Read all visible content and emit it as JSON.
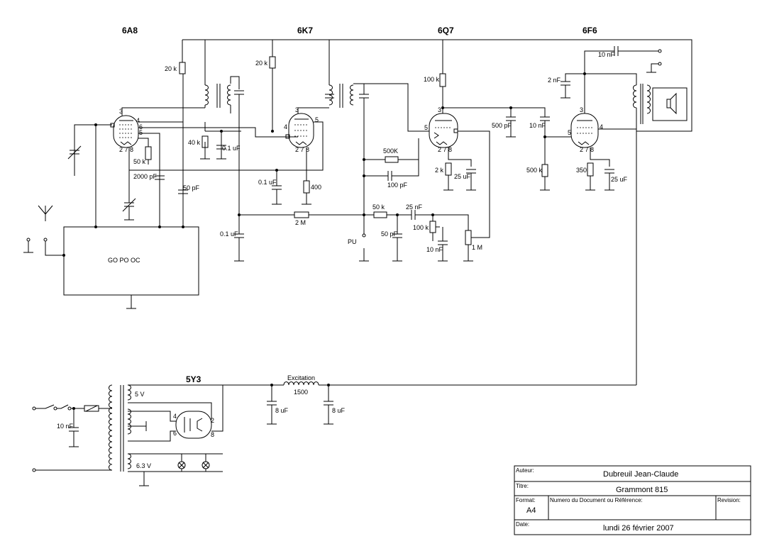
{
  "tubes": {
    "t1": "6A8",
    "t2": "6K7",
    "t3": "6Q7",
    "t4": "6F6",
    "t5": "5Y3"
  },
  "components": {
    "r_20k_a": "20 k",
    "r_20k_b": "20 k",
    "r_100k": "100 k",
    "c_10nf_top": "10 nF",
    "c_2nf": "2 nF",
    "r_40k": "40 k",
    "c_01uf_a": "0.1 uF",
    "r_50k_osc": "50 k",
    "c_2000pf": "2000 pF",
    "c_50pf_a": "50 pF",
    "c_01uf_b": "0.1 uF",
    "r_400": "400",
    "r_500k_a": "500K",
    "c_100pf": "100 pF",
    "r_2k": "2 k",
    "c_25uf_a": "25 uF",
    "c_500pf": "500 pF",
    "c_10nf_b": "10 nF",
    "r_500k_b": "500 k",
    "r_350": "350",
    "c_25uf_b": "25 uF",
    "c_01uf_c": "0.1 uF",
    "r_2m": "2 M",
    "r_50k": "50 k",
    "c_25nf": "25 nF",
    "c_50pf_b": "50 pF",
    "r_100k_pot": "100 k",
    "c_10nf_c": "10 nF",
    "r_1m": "1 M",
    "pu": "PU",
    "gopooc": "GO  PO  OC",
    "excitation": "Excitation",
    "ex_val": "1500",
    "c_8uf_a": "8 uF",
    "c_8uf_b": "8 uF",
    "v5": "5 V",
    "v63": "6.3 V",
    "c_10nf_mains": "10 nF",
    "pin_a3": "3",
    "pin_a4": "4",
    "pin_a6": "6",
    "pin_a5": "5",
    "pin_a278": "2 7 8",
    "pin_b3": "3",
    "pin_b4": "4",
    "pin_b5": "5",
    "pin_b278": "2 7 8",
    "pin_c3": "3",
    "pin_c5": "5",
    "pin_c278": "2 7 8",
    "pin_d3": "3",
    "pin_d4": "4",
    "pin_d5": "5",
    "pin_d278": "2 7 8",
    "pin_e4": "4",
    "pin_e6": "6",
    "pin_e2": "2",
    "pin_e8": "8"
  },
  "titleblock": {
    "auteur_label": "Auteur:",
    "auteur": "Dubreuil  Jean-Claude",
    "titre_label": "Titre:",
    "titre": "Grammont 815",
    "format_label": "Format:",
    "format": "A4",
    "numero_label": "Numero du Document ou Référence:",
    "revision_label": "Revision:",
    "date_label": "Date:",
    "date": "lundi 26 février 2007"
  }
}
